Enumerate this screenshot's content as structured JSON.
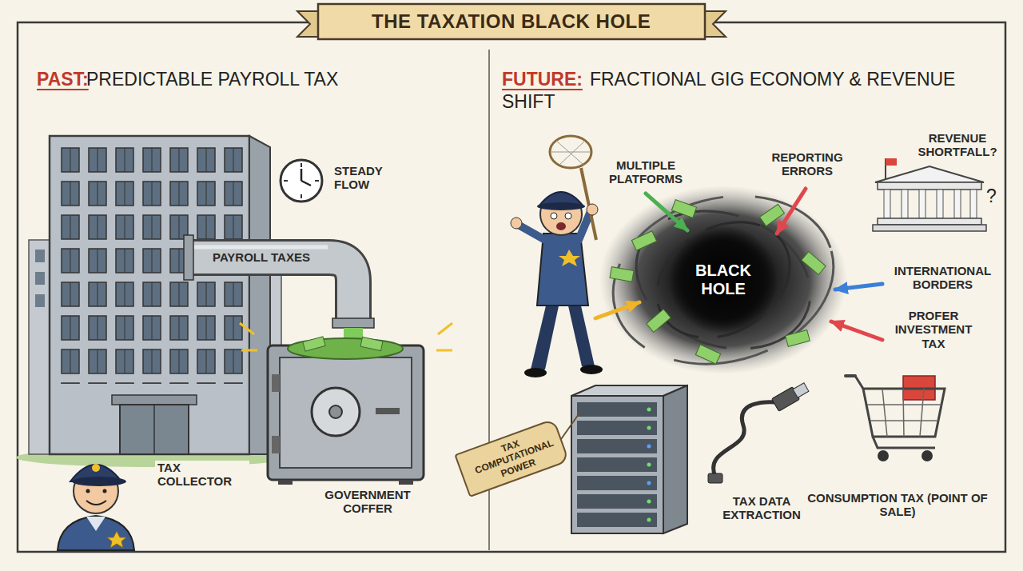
{
  "diagram": {
    "title": "THE TAXATION BLACK HOLE",
    "nodes": [
      {
        "text": [
          "BLACK HOLE"
        ]
      },
      {
        "text": [
          "TAX COMPUTATIONAL POWER"
        ]
      }
    ],
    "labels": [
      "PAST:",
      "PREDICTABLE PAYROLL TAX",
      "STEADY FLOW",
      "PAYROLL TAXES",
      "TAX COLLECTOR",
      "GOVERNMENT COFFER",
      "FUTURE:",
      "FRACTIONAL GIG ECONOMY & REVENUE SHIFT",
      "MULTIPLE PLATFORMS",
      "REPORTING ERRORS",
      "REVENUE SHORTFALL?",
      "?",
      "INTERNATIONAL BORDERS",
      "PROFER INVESTMENT TAX",
      "TAX DATA EXTRACTION",
      "CONSUMPTION TAX (POINT OF SALE)"
    ]
  }
}
